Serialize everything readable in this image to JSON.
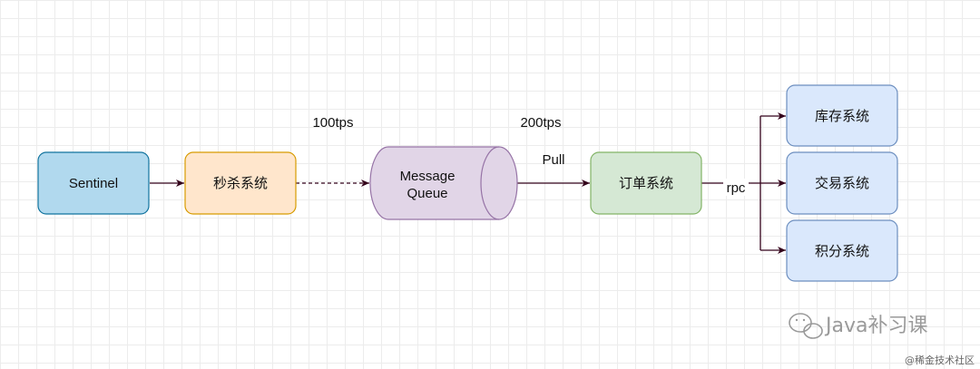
{
  "nodes": {
    "sentinel": "Sentinel",
    "seckill": "秒杀系统",
    "mq_line1": "Message",
    "mq_line2": "Queue",
    "order": "订单系统",
    "inventory": "库存系统",
    "trade": "交易系统",
    "points": "积分系统"
  },
  "edges": {
    "seckill_to_mq": "100tps",
    "mq_to_order_rate": "200tps",
    "mq_to_order_mode": "Pull",
    "order_to_services": "rpc"
  },
  "watermark": {
    "account": "Java补习课",
    "source": "@稀金技术社区"
  },
  "colors": {
    "sentinel_fill": "#b1d9ee",
    "sentinel_stroke": "#10739e",
    "seckill_fill": "#ffe6cc",
    "seckill_stroke": "#d79b00",
    "mq_fill": "#e1d5e7",
    "mq_stroke": "#9673a6",
    "order_fill": "#d5e8d4",
    "order_stroke": "#82b366",
    "service_fill": "#dae8fc",
    "service_stroke": "#6c8ebf",
    "arrow": "#33001a"
  }
}
